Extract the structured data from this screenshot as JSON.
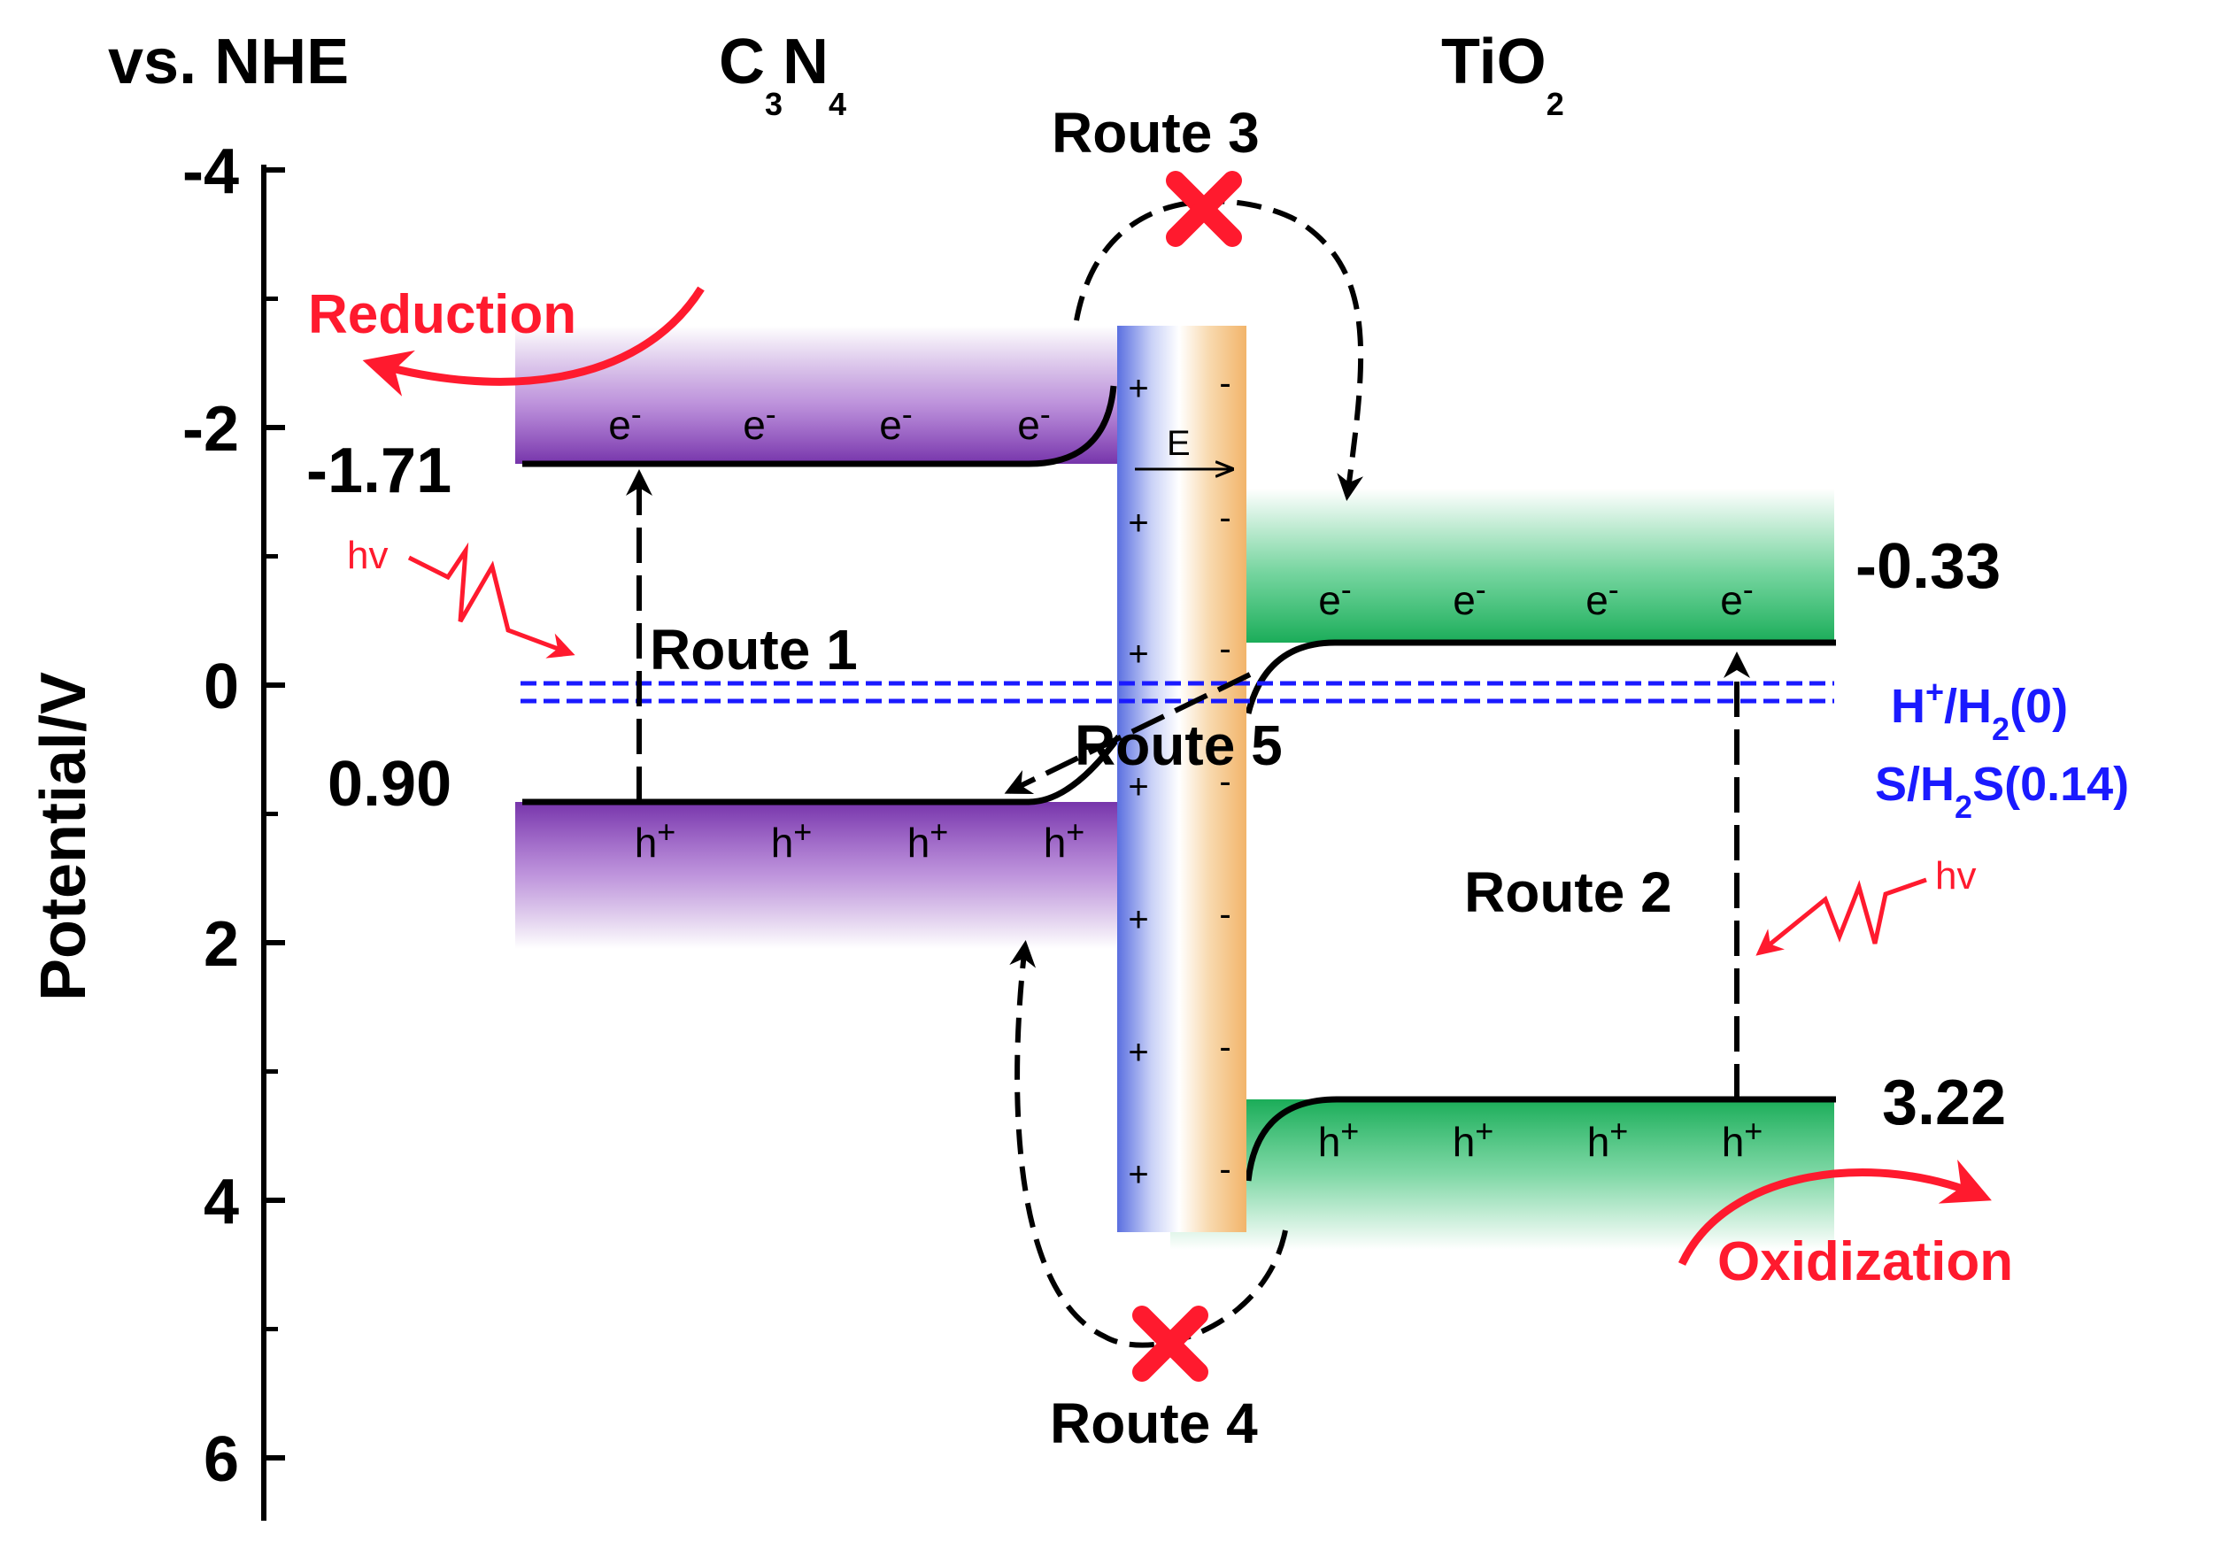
{
  "axis": {
    "reference_label": "vs. NHE",
    "y_title": "Potential/V",
    "ticks": [
      "-4",
      "-2",
      "0",
      "2",
      "4",
      "6"
    ],
    "tick_values": [
      -4,
      -2,
      0,
      2,
      4,
      6
    ],
    "range": [
      -4,
      6
    ]
  },
  "materials": {
    "left": {
      "base": "C",
      "sub1": "3",
      "mid": "N",
      "sub2": "4"
    },
    "right": {
      "base": "TiO",
      "sub": "2"
    }
  },
  "levels": {
    "c3n4_cb": {
      "label": "-1.71",
      "value": -1.71
    },
    "c3n4_vb": {
      "label": "0.90",
      "value": 0.9
    },
    "tio2_cb": {
      "label": "-0.33",
      "value": -0.33
    },
    "tio2_vb": {
      "label": "3.22",
      "value": 3.22
    }
  },
  "carriers": {
    "electron": "e",
    "electron_sup": "-",
    "hole": "h",
    "hole_sup": "+"
  },
  "routes": {
    "r1": "Route 1",
    "r2": "Route 2",
    "r3": "Route 3",
    "r4": "Route 4",
    "r5": "Route 5"
  },
  "processes": {
    "reduction": "Reduction",
    "oxidization": "Oxidization",
    "light": "hv",
    "field": "E"
  },
  "redox_couples": {
    "h2": {
      "pre": "H",
      "sup": "+",
      "mid": "/H",
      "sub": "2",
      "post": "(0)",
      "value": 0
    },
    "h2s": {
      "pre": "S/H",
      "sub": "2",
      "post": "S(0.14)",
      "value": 0.14
    }
  },
  "interface": {
    "left_sign": "+",
    "right_sign": "-"
  },
  "colors": {
    "c3n4_band": "#7a2fb0",
    "tio2_band": "#15b55a",
    "interface_left": "#5a6fe0",
    "interface_right": "#f2b46a",
    "redox_line": "#1a1aff",
    "highlight": "#ff1a2e",
    "blocked_mark": "#ff1a2e"
  }
}
